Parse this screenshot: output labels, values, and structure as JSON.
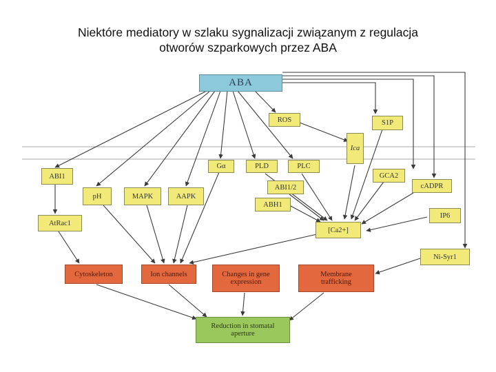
{
  "title": {
    "line1": "Niektóre mediatory w szlaku sygnalizacji związanym z regulacja",
    "line2": "otworów szparkowych przez ABA"
  },
  "nodes": {
    "aba": "ABA",
    "ros": "ROS",
    "s1p": "S1P",
    "ica": "Ica",
    "abi1": "ABI1",
    "ph": "pH",
    "mapk": "MAPK",
    "aapk": "AAPK",
    "ga": "Gα",
    "pld": "PLD",
    "plc": "PLC",
    "abi12": "ABI1/2",
    "abh1": "ABH1",
    "gca2": "GCA2",
    "cadpr": "cADPR",
    "ip6": "IP6",
    "atrac1": "AtRac1",
    "ca": "[Ca2+]",
    "nisyr1": "Ni-Syr1",
    "cytoskeleton": "Cytoskeleton",
    "ion_channels": "Ion channels",
    "gene_expression_1": "Changes in gene",
    "gene_expression_2": "expression",
    "membrane_1": "Membrane",
    "membrane_2": "trafficking",
    "reduction_1": "Reduction in stomatal",
    "reduction_2": "aperture"
  },
  "colors": {
    "node_yellow": "#f2ea78",
    "node_blue": "#8cc9da",
    "node_orange": "#e4683e",
    "node_green": "#9bc85c",
    "arrow": "#3a3a3a"
  }
}
